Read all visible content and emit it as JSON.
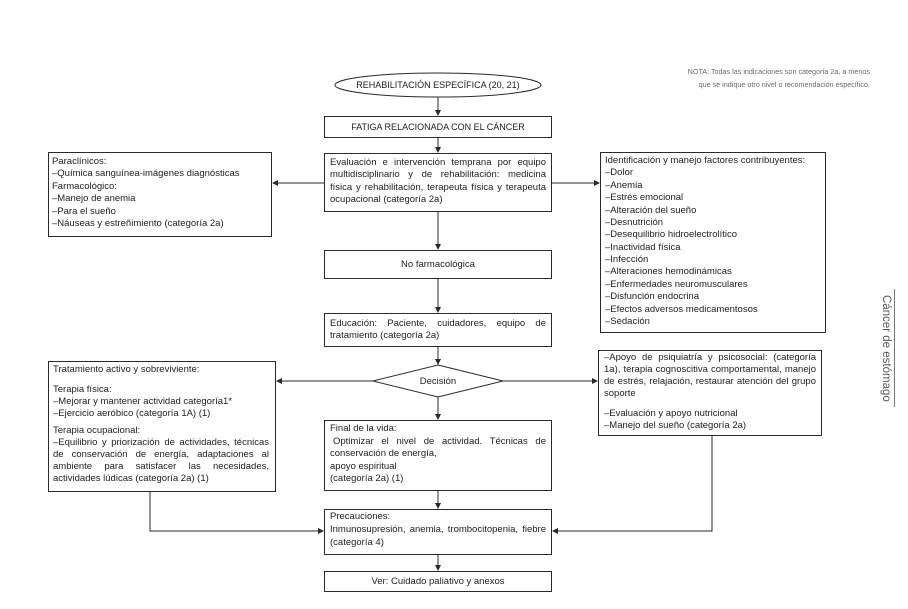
{
  "note": {
    "lines": [
      "NOTA: Todas las indicaciones son categoría 2a, a menos",
      "que se indique otro nivel o recomendación específico."
    ]
  },
  "side_label": "Cáncer de estómago",
  "flowchart": {
    "start": "REHABILITACIÓN ESPECÍFICA (20, 21)",
    "fatigue": "FATIGA RELACIONADA CON EL CÁNCER",
    "evaluation": "Evaluación e intervención temprana por equipo multidisciplinario y de rehabilitación: medicina física y rehabilitación, terapeuta física y terapeuta ocupacional (categoría 2a)",
    "diagnostics": {
      "paraclinical_title": "Paraclínicos:",
      "paraclinical_items": [
        "–Química sanguínea-imágenes diagnósticas"
      ],
      "pharmacological_title": "Farmacológico:",
      "pharmacological_items": [
        "–Manejo de anemia",
        "–Para el sueño",
        "–Náuseas y estreñimiento (categoría 2a)"
      ]
    },
    "contributing_factors": {
      "title": "Identificación y manejo factores contribuyentes:",
      "items": [
        "–Dolor",
        "–Anemia",
        "–Estrés emocional",
        "–Alteración del sueño",
        "–Desnutrición",
        "–Desequilibrio hidroelectrolítico",
        "–Inactividad física",
        "–Infección",
        "–Alteraciones hemodinámicas",
        "–Enfermedades neuromusculares",
        "–Disfunción endocrina",
        "–Efectos adversos medicamentosos",
        "–Sedación"
      ]
    },
    "non_pharmacological": "No farmacológica",
    "education": "Educación: Paciente, cuidadores, equipo de tratamiento (categoría 2a)",
    "decision": "Decisión",
    "active_treatment": {
      "title": "Tratamiento activo y sobreviviente:",
      "physical_title": "Terapia física:",
      "physical_items": [
        "–Mejorar y mantener actividad categoría1*",
        "–Ejercicio aeróbico (categoría 1A) (1)"
      ],
      "occupational_title": "Terapia ocupacional:",
      "occupational_text": "–Equilibrio y priorización de actividades, técnicas de conservación de energía, adaptaciones al ambiente para satisfacer las necesidades, actividades lúdicas (categoría 2a) (1)"
    },
    "psychosocial": {
      "support": "–Apoyo de psiquiatría y psicosocial: (categoría 1a), terapia cognoscitiva comportamental, manejo de estrés, relajación, restaurar atención del grupo soporte",
      "items": [
        "–Evaluación y apoyo nutricional",
        "–Manejo del sueño (categoría 2a)"
      ]
    },
    "end_of_life": {
      "title": "Final de la vida:",
      "lines": [
        "Optimizar el nivel de actividad. Técnicas de",
        "conservación de energía,",
        "apoyo espiritual",
        "(categoría 2a) (1)"
      ]
    },
    "precautions": {
      "title": "Precauciones:",
      "text": "Inmunosupresión, anemia, trombocitopenia, fiebre (categoría 4)"
    },
    "see_also": "Ver: Cuidado paliativo y anexos"
  }
}
